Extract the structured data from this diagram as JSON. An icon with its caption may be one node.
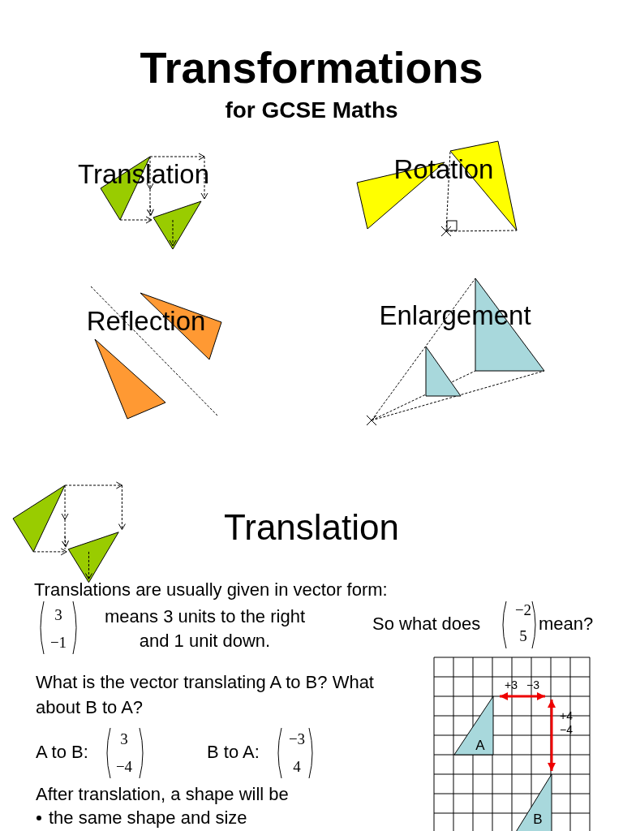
{
  "diagram": {
    "title": "Transformations",
    "labels": [
      "for GCSE Maths",
      "Translation",
      "Rotation",
      "Reflection",
      "Enlargement",
      "Translation",
      "Translations are usually given in vector form:",
      "3",
      "−1",
      "means 3 units to the right and 1 unit down.",
      "So what does",
      "−2",
      "5",
      "mean?",
      "What is the vector translating A to B? What about B to A?",
      "+3",
      "−3",
      "+4",
      "−4",
      "A",
      "B",
      "A to B:",
      "3",
      "−4",
      "B to A:",
      "−3",
      "4",
      "After translation, a shape will be",
      "the same shape and size"
    ]
  }
}
